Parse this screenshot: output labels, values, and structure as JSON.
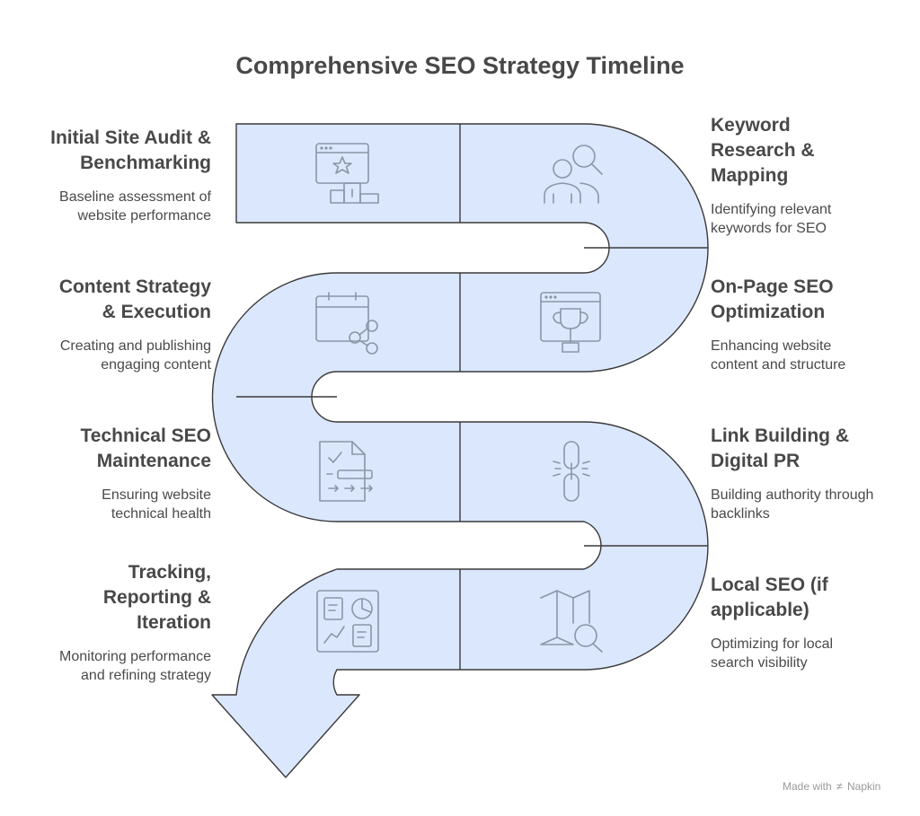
{
  "title": "Comprehensive SEO Strategy Timeline",
  "colors": {
    "fill": "#dbe7fc",
    "stroke": "#3a3a3a",
    "icon": "#8a96a8"
  },
  "steps": [
    {
      "title_lines": [
        "Initial Site Audit &",
        "Benchmarking"
      ],
      "desc_lines": [
        "Baseline assessment of",
        "website performance"
      ],
      "icon": "web-award-icon"
    },
    {
      "title_lines": [
        "Keyword",
        "Research &",
        "Mapping"
      ],
      "desc_lines": [
        "Identifying relevant",
        "keywords for SEO"
      ],
      "icon": "people-search-icon"
    },
    {
      "title_lines": [
        "Content Strategy",
        "& Execution"
      ],
      "desc_lines": [
        "Creating and publishing",
        "engaging content"
      ],
      "icon": "calendar-share-icon"
    },
    {
      "title_lines": [
        "On-Page SEO",
        "Optimization"
      ],
      "desc_lines": [
        "Enhancing website",
        "content and structure"
      ],
      "icon": "web-trophy-icon"
    },
    {
      "title_lines": [
        "Technical SEO",
        "Maintenance"
      ],
      "desc_lines": [
        "Ensuring website",
        "technical health"
      ],
      "icon": "checklist-icon"
    },
    {
      "title_lines": [
        "Link Building &",
        "Digital PR"
      ],
      "desc_lines": [
        "Building authority through",
        "backlinks"
      ],
      "icon": "chain-link-icon"
    },
    {
      "title_lines": [
        "Tracking,",
        "Reporting &",
        "Iteration"
      ],
      "desc_lines": [
        "Monitoring performance",
        "and refining strategy"
      ],
      "icon": "dashboard-icon"
    },
    {
      "title_lines": [
        "Local SEO (if",
        "applicable)"
      ],
      "desc_lines": [
        "Optimizing for local",
        "search visibility"
      ],
      "icon": "map-search-icon"
    }
  ],
  "credit": {
    "made_with": "Made with",
    "brand": "Napkin"
  }
}
